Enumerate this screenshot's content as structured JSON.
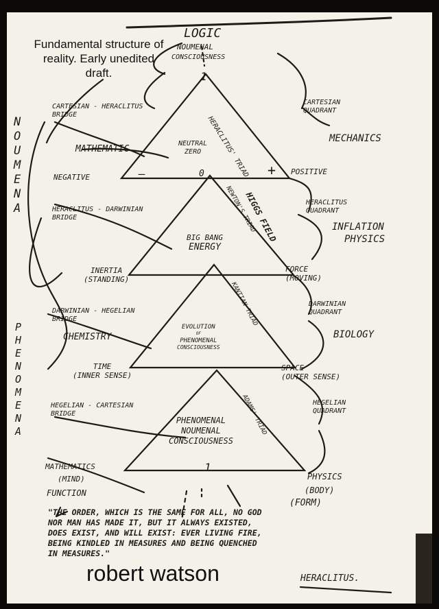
{
  "caption": {
    "line1": "Fundamental structure of",
    "line2": "reality. Early unedited",
    "line3": "draft."
  },
  "author": "robert watson",
  "top": {
    "logic": "LOGIC",
    "noumenal": "NOUMENAL",
    "consciousness": "CONSCIOUSNESS",
    "one": "1"
  },
  "side_words": {
    "noumena": "NOUMENA",
    "phenomena": "PHENOMENA"
  },
  "bridges": {
    "cartesian_heraclitus": [
      "CARTESIAN - HERACLITUS",
      "BRIDGE"
    ],
    "heraclitus_darwinian": [
      "HERACLITUS - DARWINIAN",
      "BRIDGE"
    ],
    "darwinian_hegelian": [
      "DARWINIAN - HEGELIAN",
      "BRIDGE"
    ],
    "hegelian_cartesian": [
      "HEGELIAN - CARTESIAN",
      "BRIDGE"
    ]
  },
  "quadrants": {
    "cartesian": [
      "CARTESIAN",
      "QUADRANT"
    ],
    "heraclitus": [
      "HERACLITUS",
      "QUADRANT"
    ],
    "darwinian": [
      "DARWINIAN",
      "QUADRANT"
    ],
    "hegelian": [
      "HEGELIAN",
      "QUADRANT"
    ]
  },
  "fields": {
    "mathematics_1": "MATHEMATIC",
    "mechanics": "MECHANICS",
    "inflation_physics": [
      "INFLATION",
      "PHYSICS"
    ],
    "chemistry": "CHEMISTRY",
    "biology": "BIOLOGY"
  },
  "triangle1": {
    "trinity": "HERACLITUS' TRIAD",
    "neutral": [
      "NEUTRAL",
      "ZERO"
    ],
    "negative": "NEGATIVE",
    "minus": "—",
    "plus": "+",
    "positive": "POSITIVE",
    "zero_glyph": "0"
  },
  "triangle2": {
    "trinity": "NEWTON'S TRIAD",
    "higgs": "HIGGS FIELD",
    "center": [
      "BIG BANG",
      "ENERGY"
    ],
    "inertia": [
      "INERTIA",
      "(STANDING)"
    ],
    "force": [
      "FORCE",
      "(MOVING)"
    ]
  },
  "triangle3": {
    "trinity": "KANTIAN TRIAD",
    "center": [
      "EVOLUTION",
      "OF",
      "PHENOMENAL",
      "CONSCIOUSNESS"
    ],
    "time": [
      "TIME",
      "(INNER SENSE)"
    ],
    "space": [
      "SPACE",
      "(OUTER SENSE)"
    ]
  },
  "triangle4": {
    "trinity": "ADAMS' TRIAD",
    "center": [
      "PHENOMENAL",
      "NOUMENAL",
      "CONSCIOUSNESS"
    ],
    "one": "1"
  },
  "bottom": {
    "mathematics": "MATHEMATICS",
    "mind": "(MIND)",
    "function": "FUNCTION",
    "physics": "PHYSICS",
    "body": "(BODY)",
    "form": "(FORM)"
  },
  "quote": {
    "lines": [
      "\"THE ORDER, WHICH IS THE SAME FOR ALL, NO GOD",
      "NOR MAN HAS MADE IT, BUT IT ALWAYS EXISTED,",
      "DOES EXIST, AND WILL EXIST: EVER LIVING FIRE,",
      "BEING KINDLED IN MEASURES AND BEING QUENCHED",
      "IN MEASURES.\""
    ],
    "attribution": "HERACLITUS."
  },
  "colors": {
    "paper": "#f4f1e9",
    "ink": "#1d1a17",
    "background": "#0c0a08"
  }
}
